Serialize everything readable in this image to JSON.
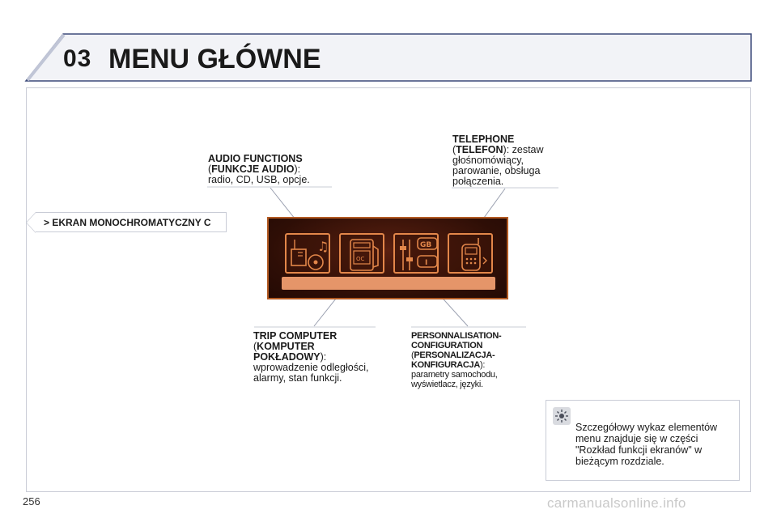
{
  "header": {
    "chapter_number": "03",
    "chapter_title": "MENU GŁÓWNE"
  },
  "mode_tab": {
    "label": "> EKRAN MONOCHROMATYCZNY C"
  },
  "callouts": {
    "audio": {
      "title": "AUDIO FUNCTIONS",
      "subtitle": "FUNKCJE AUDIO",
      "description": "radio, CD, USB, opcje."
    },
    "telephone": {
      "title": "TELEPHONE",
      "subtitle": "TELEFON",
      "description_lines": [
        "głośnomówiący,",
        "parowanie, obsługa",
        "połączenia."
      ],
      "description_first": ": zestaw"
    },
    "trip": {
      "title": "TRIP COMPUTER",
      "subtitle_line1": "KOMPUTER",
      "subtitle_line2": "POKŁADOWY",
      "description_lines": [
        "wprowadzenie odległości,",
        "alarmy, stan funkcji."
      ]
    },
    "personalisation": {
      "title_line1": "PERSONNALISATION-",
      "title_line2": "CONFIGURATION",
      "subtitle_line1": "PERSONALIZACJA-",
      "subtitle_line2": "KONFIGURACJA",
      "description_lines": [
        "parametry samochodu,",
        "wyświetlacz, języki."
      ]
    }
  },
  "screen_icons": [
    {
      "name": "audio-icon"
    },
    {
      "name": "trip-computer-icon",
      "text": "OC"
    },
    {
      "name": "settings-icon",
      "text_top": "GB",
      "text_bottom": "I"
    },
    {
      "name": "telephone-icon"
    }
  ],
  "info_box": {
    "icon": "sun-icon",
    "text_lines": [
      "Szczegółowy wykaz elementów",
      "menu znajduje się w części",
      "\"Rozkład funkcji ekranów\" w",
      "bieżącym rozdziale."
    ]
  },
  "footer": {
    "page_number": "256",
    "watermark": "carmanualsonline.info"
  },
  "colors": {
    "screen_border": "#b35a22",
    "screen_icon": "#e3874a",
    "frame": "#c9ccd6"
  }
}
